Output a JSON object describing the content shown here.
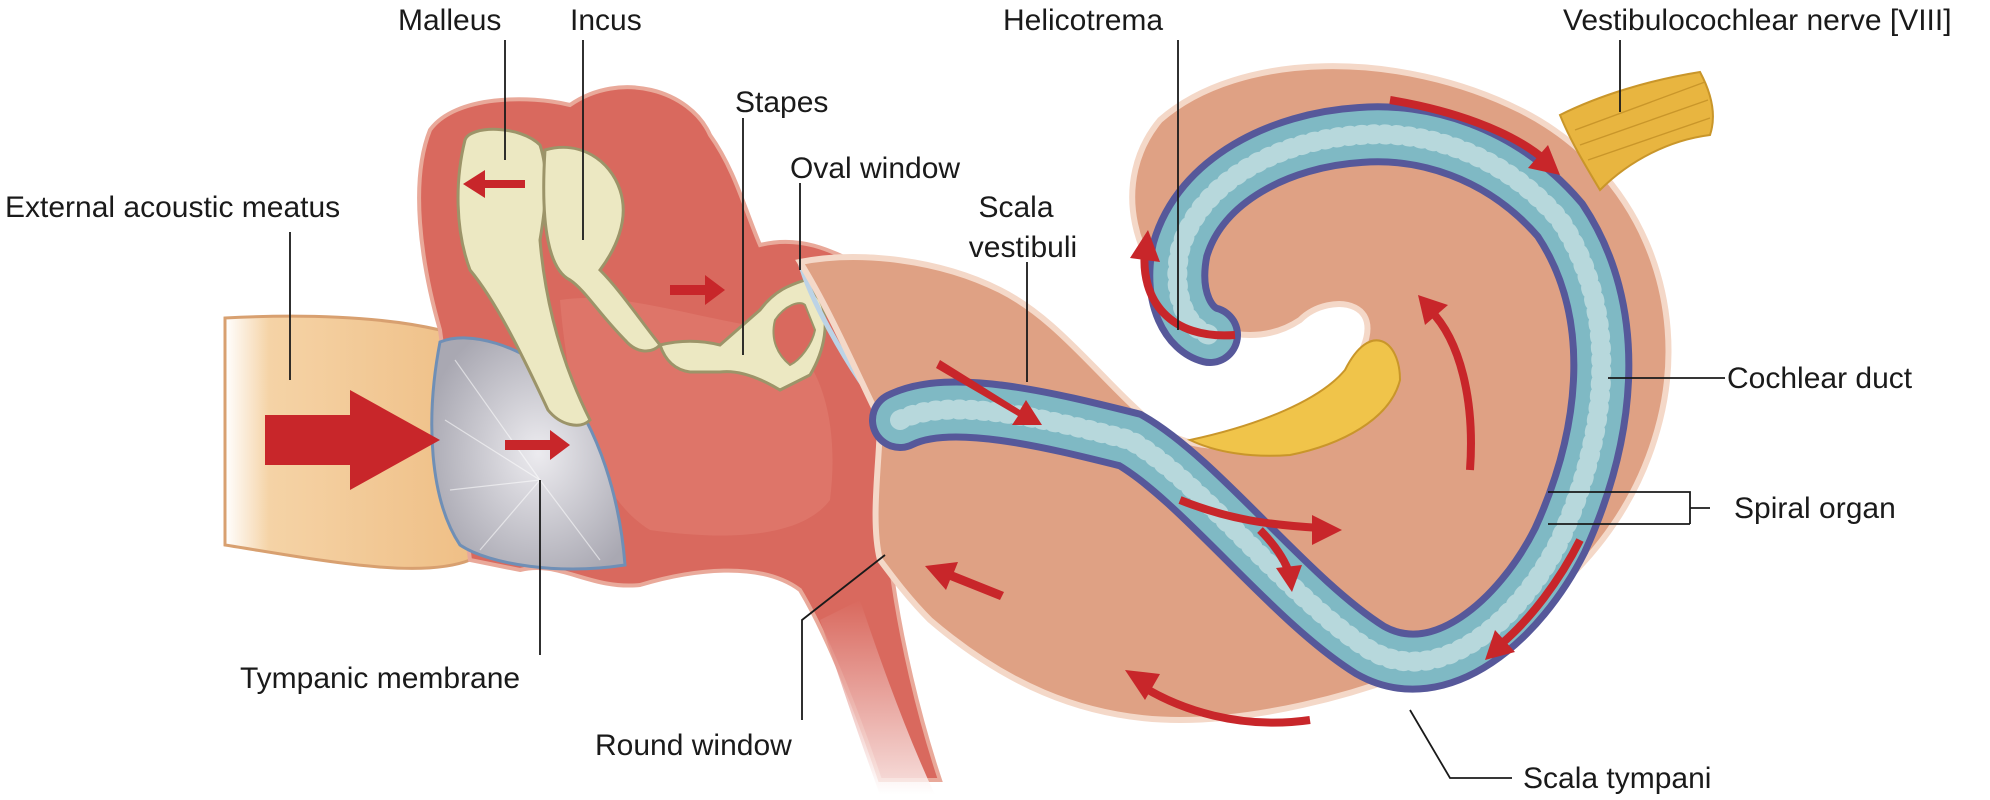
{
  "labels": {
    "malleus": "Malleus",
    "incus": "Incus",
    "stapes": "Stapes",
    "oval_window": "Oval window",
    "external_acoustic_meatus": "External acoustic meatus",
    "helicotrema": "Helicotrema",
    "scala_vestibuli_line1": "Scala",
    "scala_vestibuli_line2": "vestibuli",
    "vestibulocochlear_nerve": "Vestibulocochlear nerve [VIII]",
    "cochlear_duct": "Cochlear duct",
    "spiral_organ": "Spiral organ",
    "tympanic_membrane": "Tympanic membrane",
    "round_window": "Round window",
    "scala_tympani": "Scala tympani"
  },
  "colors": {
    "canal": "#f2c894",
    "middle_ear": "#d9695e",
    "middle_ear_dark": "#c24c45",
    "ossicle": "#ece8c2",
    "ossicle_edge": "#9c9469",
    "cochlea": "#dfa184",
    "cochlea_edge": "#f4d8c8",
    "duct_teal": "#7fb9c4",
    "duct_light": "#b7d8dc",
    "duct_purple": "#56589a",
    "nerve": "#e8b540",
    "arrow": "#c8262a",
    "membrane": "#c9c9cf"
  }
}
